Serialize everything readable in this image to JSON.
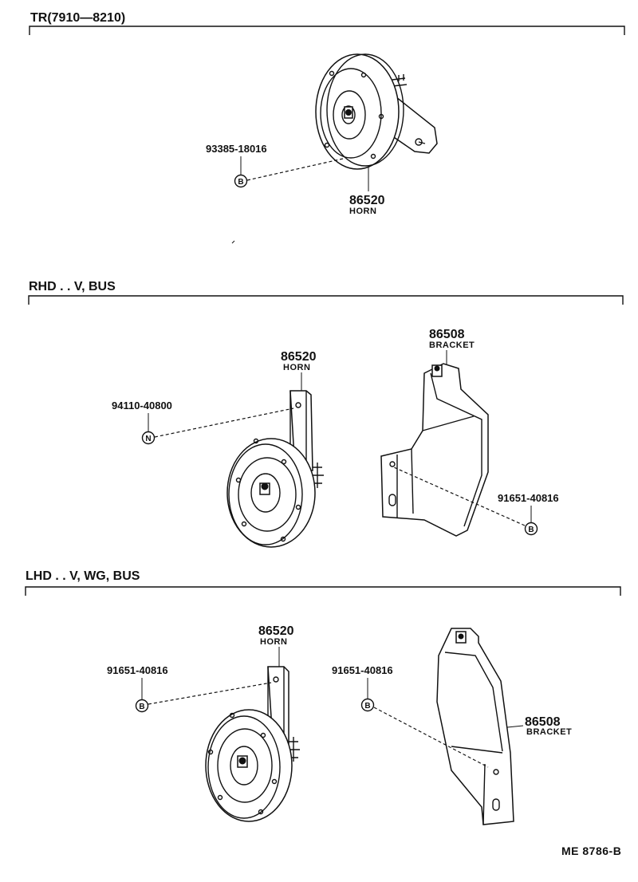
{
  "sections": [
    {
      "title": "TR(7910—8210)",
      "horn": {
        "number": "86520",
        "name": "HORN"
      },
      "fastener": {
        "number": "93385-18016",
        "symbol": "B"
      }
    },
    {
      "title": "RHD . . V, BUS",
      "horn": {
        "number": "86520",
        "name": "HORN"
      },
      "horn_fastener": {
        "number": "94110-40800",
        "symbol": "N"
      },
      "bracket": {
        "number": "86508",
        "name": "BRACKET"
      },
      "bracket_fastener": {
        "number": "91651-40816",
        "symbol": "B"
      }
    },
    {
      "title": "LHD . . V, WG, BUS",
      "horn": {
        "number": "86520",
        "name": "HORN"
      },
      "horn_fastener": {
        "number": "91651-40816",
        "symbol": "B"
      },
      "bracket": {
        "number": "86508",
        "name": "BRACKET"
      },
      "bracket_fastener": {
        "number": "91651-40816",
        "symbol": "B"
      }
    }
  ],
  "reference": "ME  8786-B"
}
